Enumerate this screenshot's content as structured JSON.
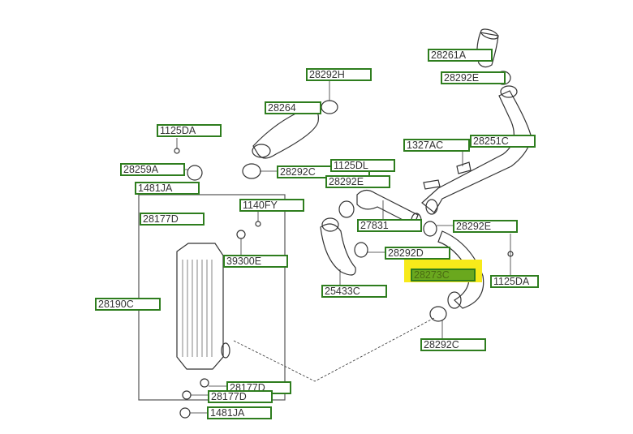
{
  "diagram": {
    "title": "Intercooler & Air Hose Assembly",
    "selected_part": "28273C",
    "colors": {
      "label_border": "#2e7d1e",
      "highlight": "#f7ea1a",
      "selected_fill": "#6aa81e",
      "line": "#333333"
    },
    "labels": [
      {
        "id": "28261A"
      },
      {
        "id": "28292E"
      },
      {
        "id": "28292H"
      },
      {
        "id": "28264"
      },
      {
        "id": "1125DA"
      },
      {
        "id": "28259A"
      },
      {
        "id": "28292C"
      },
      {
        "id": "1125DL"
      },
      {
        "id": "28292E"
      },
      {
        "id": "1327AC"
      },
      {
        "id": "28251C"
      },
      {
        "id": "1481JA"
      },
      {
        "id": "1140FY"
      },
      {
        "id": "28177D"
      },
      {
        "id": "27831"
      },
      {
        "id": "28292E"
      },
      {
        "id": "28292D"
      },
      {
        "id": "39300E"
      },
      {
        "id": "28273C"
      },
      {
        "id": "1125DA"
      },
      {
        "id": "25433C"
      },
      {
        "id": "28190C"
      },
      {
        "id": "28292C"
      },
      {
        "id": "28177D"
      },
      {
        "id": "28177D"
      },
      {
        "id": "1481JA"
      }
    ]
  }
}
